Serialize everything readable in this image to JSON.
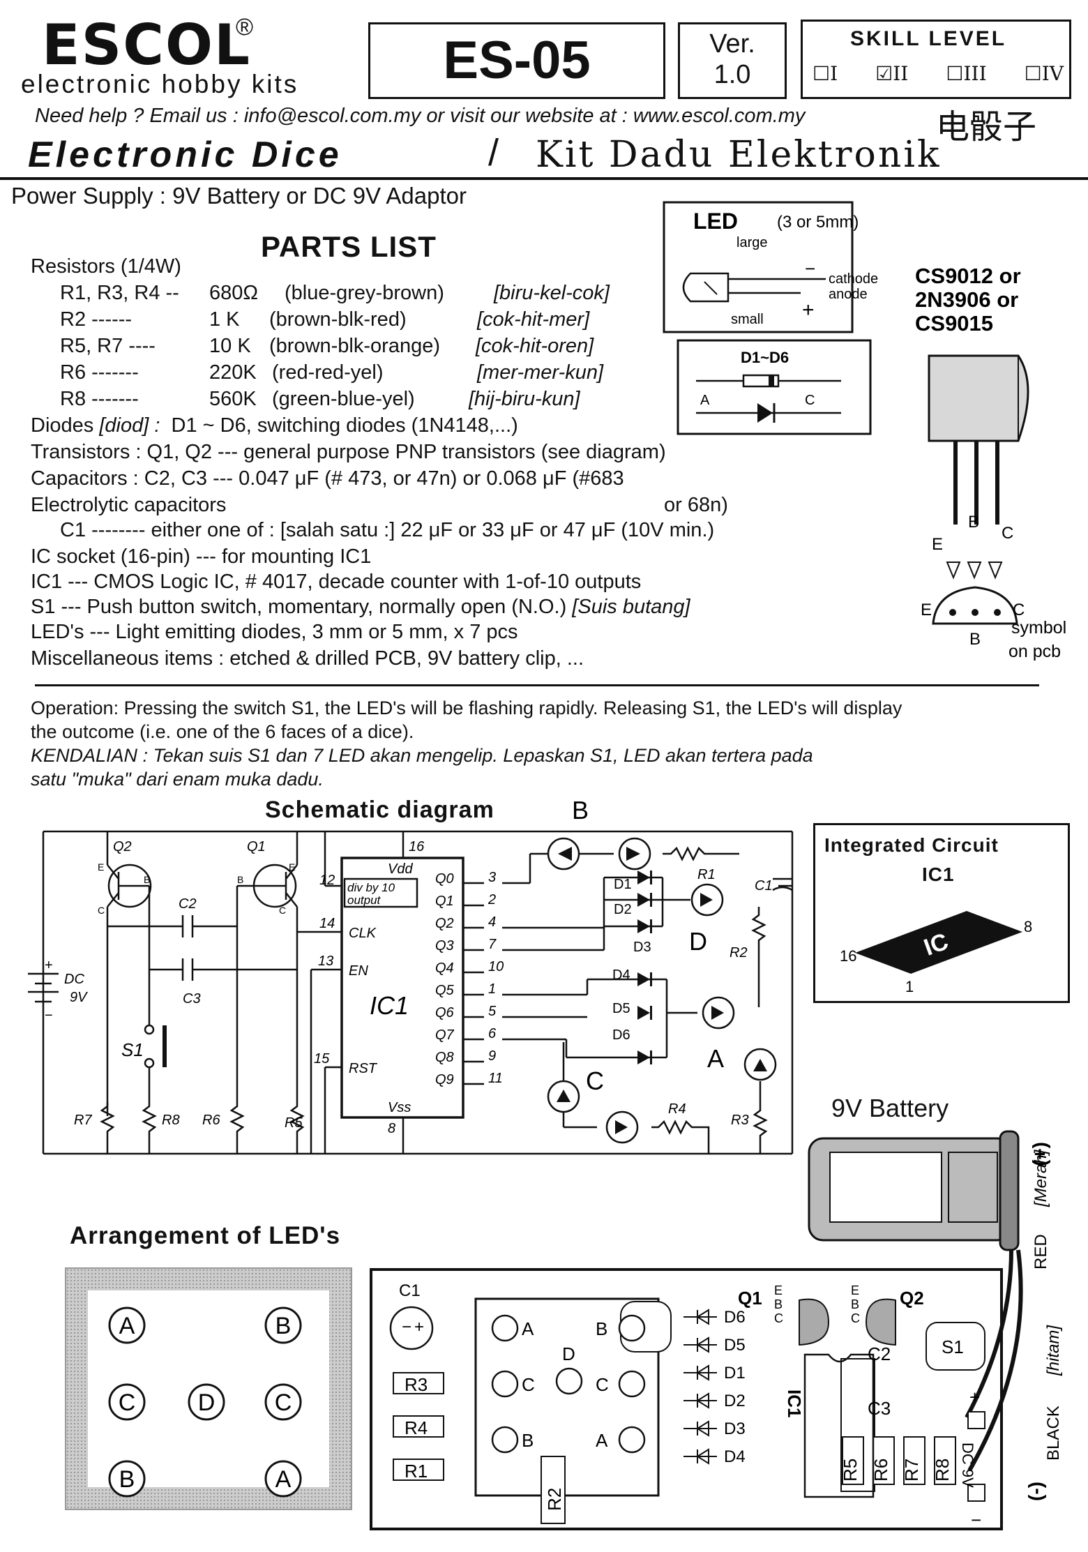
{
  "brand": {
    "name": "ESCOL",
    "registered": "®",
    "tagline": "electronic hobby kits"
  },
  "model": "ES-05",
  "version": {
    "label": "Ver.",
    "number": "1.0"
  },
  "skill": {
    "title": "SKILL LEVEL",
    "levels": [
      "I",
      "II",
      "III",
      "IV"
    ],
    "checked": "II"
  },
  "help_line": "Need help ? Email us : info@escol.com.my or visit our website at : www.escol.com.my",
  "chinese_title": "电骰子",
  "title_en": "Electronic Dice",
  "title_sep": "/",
  "title_my": "Kit Dadu Elektronik",
  "power_supply": "Power Supply : 9V Battery or DC 9V Adaptor",
  "parts_list": {
    "title": "PARTS LIST",
    "resistors_header": "Resistors (1/4W)",
    "resistors": [
      {
        "ref": "R1, R3, R4 --",
        "value": "680Ω",
        "colors": "(blue-grey-brown)",
        "malay": "[biru-kel-cok]"
      },
      {
        "ref": "R2 ------",
        "value": "1 K",
        "colors": "(brown-blk-red)",
        "malay": "[cok-hit-mer]"
      },
      {
        "ref": "R5, R7 ----",
        "value": "10 K",
        "colors": "(brown-blk-orange)",
        "malay": "[cok-hit-oren]"
      },
      {
        "ref": "R6 -------",
        "value": "220K",
        "colors": "(red-red-yel)",
        "malay": "[mer-mer-kun]"
      },
      {
        "ref": "R8 -------",
        "value": "560K",
        "colors": "(green-blue-yel)",
        "malay": "[hij-biru-kun]"
      }
    ],
    "diodes_label": "Diodes",
    "diodes_malay": "[diod] :",
    "diodes_text": "D1 ~ D6, switching diodes (1N4148,...)",
    "transistors": "Transistors :   Q1, Q2 --- general purpose PNP transistors (see diagram)",
    "capacitors": "Capacitors :   C2, C3 --- 0.047 μF (# 473, or 47n) or 0.068 μF (#683",
    "electrolytic": "Electrolytic capacitors",
    "or68n": "or 68n)",
    "c1": "C1 -------- either one of : [salah satu :]   22 μF or 33 μF or 47 μF (10V min.)",
    "ic_socket": "IC socket (16-pin) --- for mounting IC1",
    "ic1": "IC1 --- CMOS Logic IC, # 4017, decade counter with 1-of-10 outputs",
    "s1_text": "S1  --- Push button switch, momentary, normally open (N.O.)",
    "s1_malay": "[Suis butang]",
    "leds": "LED's --- Light emitting diodes, 3 mm or 5 mm,   x 7 pcs",
    "misc": "Miscellaneous items :  etched & drilled PCB, 9V battery clip, ..."
  },
  "led_box": {
    "title": "LED",
    "size": "(3 or 5mm)",
    "large": "large",
    "small": "small",
    "cathode": "cathode",
    "anode": "anode",
    "minus": "−",
    "plus": "+"
  },
  "diode_box": {
    "title": "D1~D6",
    "a": "A",
    "c": "C"
  },
  "transistor": {
    "types": [
      "CS9012 or",
      "2N3906 or",
      "CS9015"
    ],
    "e": "E",
    "b": "B",
    "c": "C",
    "symbol": "symbol",
    "on_pcb": "on pcb"
  },
  "operation": {
    "en_1": "Operation: Pressing the switch S1, the LED's will be flashing rapidly. Releasing S1, the LED's will display",
    "en_2": "the outcome (i.e. one of the 6 faces of a dice).",
    "my_1": "KENDALIAN : Tekan suis S1 dan 7 LED akan mengelip. Lepaskan S1, LED akan tertera pada",
    "my_2": "satu \"muka\"  dari enam muka dadu."
  },
  "schematic": {
    "title": "Schematic diagram",
    "ic": "IC1",
    "vdd": "Vdd",
    "vss": "Vss",
    "div_1": "div by 10",
    "div_2": "output",
    "clk": "CLK",
    "en": "EN",
    "rst": "RST",
    "pin16": "16",
    "pin12": "12",
    "pin14": "14",
    "pin13": "13",
    "pin15": "15",
    "pin8": "8",
    "outputs": [
      {
        "q": "Q0",
        "pin": "3"
      },
      {
        "q": "Q1",
        "pin": "2"
      },
      {
        "q": "Q2",
        "pin": "4"
      },
      {
        "q": "Q3",
        "pin": "7"
      },
      {
        "q": "Q4",
        "pin": "10"
      },
      {
        "q": "Q5",
        "pin": "1"
      },
      {
        "q": "Q6",
        "pin": "5"
      },
      {
        "q": "Q7",
        "pin": "6"
      },
      {
        "q": "Q8",
        "pin": "9"
      },
      {
        "q": "Q9",
        "pin": "11"
      }
    ],
    "q1": "Q1",
    "q2": "Q2",
    "e": "E",
    "b": "B",
    "c": "C",
    "c1": "C1",
    "c2": "C2",
    "c3": "C3",
    "dc": "DC",
    "v9": "9V",
    "s1": "S1",
    "r1": "R1",
    "r2": "R2",
    "r3": "R3",
    "r4": "R4",
    "r5": "R5",
    "r6": "R6",
    "r7": "R7",
    "r8": "R8",
    "d1": "D1",
    "d2": "D2",
    "d3": "D3",
    "d4": "D4",
    "d5": "D5",
    "d6": "D6",
    "led_a": "A",
    "led_b": "B",
    "led_c": "C",
    "led_d": "D",
    "plus": "+",
    "minus": "−"
  },
  "ic_box": {
    "title": "Integrated Circuit",
    "name": "IC1",
    "chip": "IC",
    "pin16": "16",
    "pin8": "8",
    "pin1": "1"
  },
  "battery": {
    "title": "9V Battery",
    "plus": "(+)",
    "minus": "(-)",
    "red": "RED",
    "red_my": "[Merah]",
    "black": "BLACK",
    "black_my": "[hitam]"
  },
  "arrangement": {
    "title": "Arrangement of LED's",
    "leds": [
      "A",
      "B",
      "C",
      "D",
      "C",
      "B",
      "A"
    ]
  },
  "pcb": {
    "c1": "C1",
    "r3": "R3",
    "r4": "R4",
    "r1": "R1",
    "r2": "R2",
    "q1": "Q1",
    "q2": "Q2",
    "s1": "S1",
    "c2": "C2",
    "c3": "C3",
    "ic1": "IC1",
    "dc9v": "DC 9V",
    "r5": "R5",
    "r6": "R6",
    "r7": "R7",
    "r8": "R8",
    "diodes": [
      "D6",
      "D5",
      "D1",
      "D2",
      "D3",
      "D4"
    ],
    "leds": [
      "A",
      "B",
      "C",
      "D",
      "C",
      "B",
      "A"
    ],
    "ebc": [
      "E",
      "B",
      "C"
    ],
    "plus": "+",
    "minus": "−"
  }
}
